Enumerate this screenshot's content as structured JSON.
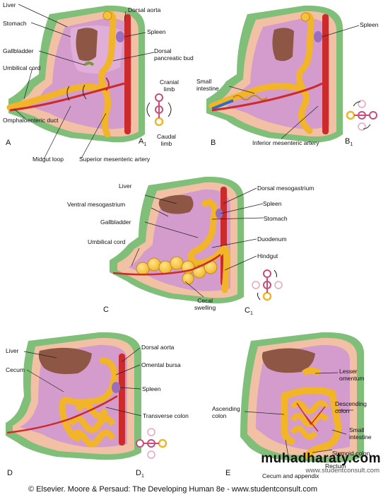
{
  "colors": {
    "body_wall": "#7fbf7a",
    "body_fill": "#f2c0a4",
    "cavity": "#d49ccc",
    "cavity_dark": "#b774b0",
    "liver": "#8e5644",
    "gut": "#f6c13c",
    "gut_edge": "#c98a12",
    "aorta": "#cc2b2b",
    "ring": "#c94d78"
  },
  "panels": {
    "a": {
      "letter": "A",
      "sub_letter": "A",
      "sub_index": "1",
      "liver": "Liver",
      "stomach": "Stomach",
      "gallbladder": "Gallbladder",
      "umbilical_cord": "Umbilical cord",
      "omphaloenteric_duct": "Omphaloenteric duct",
      "dorsal_aorta": "Dorsal aorta",
      "spleen": "Spleen",
      "dorsal_pancreatic_bud": "Dorsal\npancreatic bud",
      "cranial_limb": "Cranial\nlimb",
      "caudal_limb": "Caudal\nlimb",
      "midgut_loop": "Midgut loop",
      "superior_mesenteric_artery": "Superior mesenteric artery"
    },
    "b": {
      "letter": "B",
      "sub_letter": "B",
      "sub_index": "1",
      "spleen": "Spleen",
      "small_intestine": "Small\nintestine",
      "inferior_mesenteric_artery": "Inferior mesenteric artery"
    },
    "c": {
      "letter": "C",
      "sub_letter": "C",
      "sub_index": "1",
      "liver": "Liver",
      "ventral_mesogastrium": "Ventral mesogastrium",
      "gallbladder": "Gallbladder",
      "umbilical_cord": "Umbilical cord",
      "dorsal_mesogastrium": "Dorsal mesogastrium",
      "spleen": "Spleen",
      "stomach": "Stomach",
      "duodenum": "Duodenum",
      "hindgut": "Hindgut",
      "cecal_swelling": "Cecal\nswelling"
    },
    "d": {
      "letter": "D",
      "sub_letter": "D",
      "sub_index": "1",
      "liver": "Liver",
      "cecum": "Cecum",
      "dorsal_aorta": "Dorsal aorta",
      "omental_bursa": "Omental bursa",
      "spleen": "Spleen",
      "transverse_colon": "Transverse colon"
    },
    "e": {
      "letter": "E",
      "lesser_omentum": "Lesser\nomentum",
      "descending_colon": "Descending\ncolon",
      "ascending_colon": "Ascending\ncolon",
      "small_intestine": "Small\nintestine",
      "sigmoid_colon": "Sigmoid colon",
      "rectum": "Rectum",
      "cecum_and_appendix": "Cecum and appendix"
    }
  },
  "watermark": {
    "main": "muhadharaty.com",
    "secondary": "www.studentconsult.com"
  },
  "copyright": "© Elsevier. Moore & Persaud: The Developing Human 8e - www.studentconsult.com"
}
